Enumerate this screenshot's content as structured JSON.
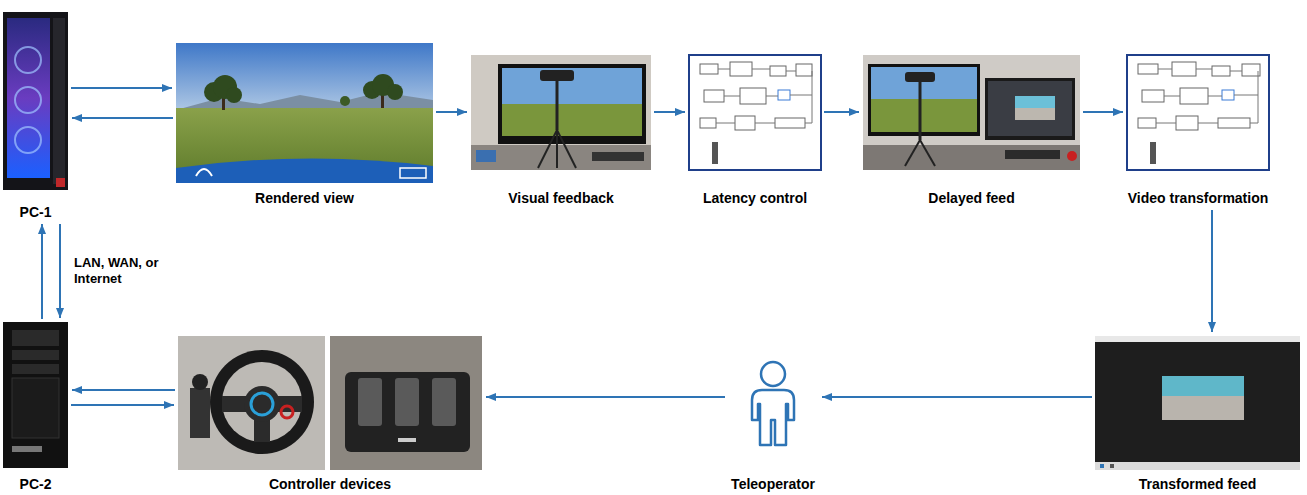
{
  "diagram": {
    "nodes": [
      {
        "text": [
          "PC-1"
        ]
      },
      {
        "text": [
          "Rendered view"
        ]
      },
      {
        "text": [
          "Visual feedback"
        ]
      },
      {
        "text": [
          "Latency control"
        ]
      },
      {
        "text": [
          "Delayed feed"
        ]
      },
      {
        "text": [
          "Video transformation"
        ]
      },
      {
        "text": [
          "PC-2"
        ]
      },
      {
        "text": [
          "Controller devices"
        ]
      },
      {
        "text": [
          "Teleoperator"
        ]
      },
      {
        "text": [
          "Transformed feed"
        ]
      }
    ],
    "edges": [
      {
        "from": 0,
        "to": 1,
        "arrow": "to"
      },
      {
        "from": 1,
        "to": 0,
        "arrow": "to"
      },
      {
        "from": 1,
        "to": 2,
        "arrow": "to"
      },
      {
        "from": 2,
        "to": 3,
        "arrow": "to"
      },
      {
        "from": 3,
        "to": 4,
        "arrow": "to"
      },
      {
        "from": 4,
        "to": 5,
        "arrow": "to"
      },
      {
        "from": 5,
        "to": 9,
        "arrow": "to"
      },
      {
        "from": 9,
        "to": 8,
        "arrow": "to"
      },
      {
        "from": 8,
        "to": 7,
        "arrow": "to"
      },
      {
        "from": 7,
        "to": 6,
        "arrow": "to"
      },
      {
        "from": 6,
        "to": 7,
        "arrow": "to"
      },
      {
        "from": 0,
        "to": 6,
        "label": "LAN, WAN, or Internet",
        "arrow": "to"
      },
      {
        "from": 6,
        "to": 0,
        "arrow": "to"
      }
    ]
  }
}
